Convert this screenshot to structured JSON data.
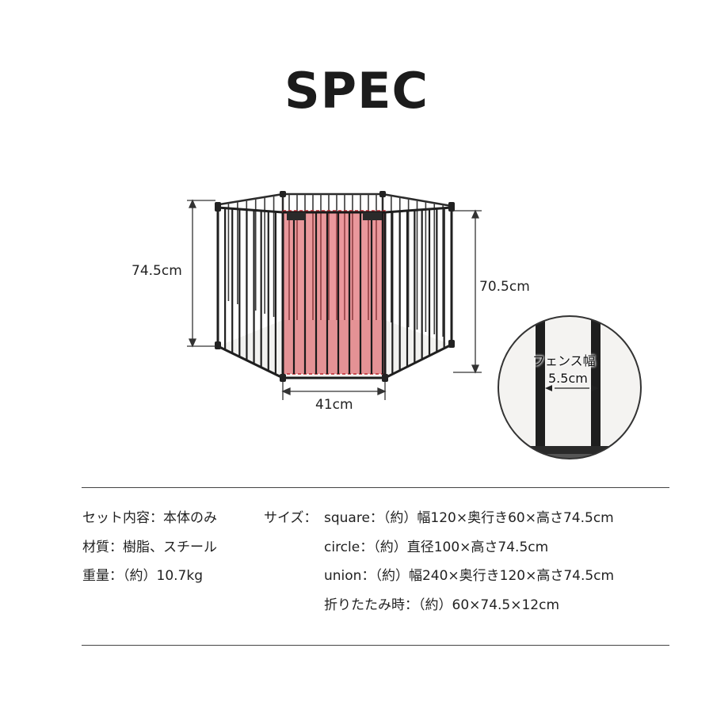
{
  "title": "SPEC",
  "dimensions": {
    "height_left": "74.5cm",
    "height_right": "70.5cm",
    "door_width": "41cm"
  },
  "zoom": {
    "label_line1": "フェンス幅",
    "label_line2": "5.5cm"
  },
  "specs": {
    "set_contents": "セット内容：本体のみ",
    "material": "材質：樹脂、スチール",
    "weight": "重量：（約）10.7kg",
    "size_label": "サイズ：",
    "sizes": [
      "square：（約）幅120×奥行き60×高さ74.5cm",
      "circle：（約）直径100×高さ74.5cm",
      "union：（約）幅240×奥行き120×高さ74.5cm",
      "折りたたみ時：（約）60×74.5×12cm"
    ]
  },
  "colors": {
    "frame": "#1f1f1f",
    "door_highlight": "#d9434a",
    "rule": "#444444"
  }
}
